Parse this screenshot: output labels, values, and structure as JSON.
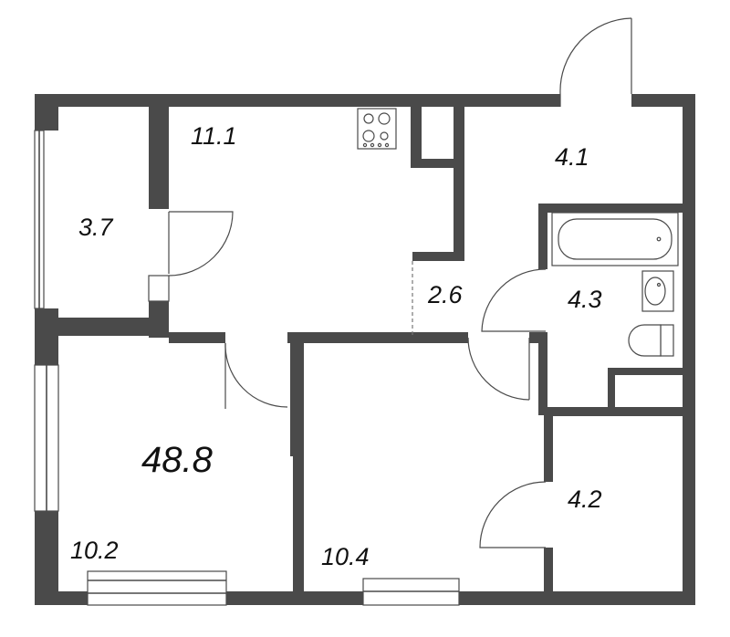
{
  "plan": {
    "total_area": "48.8",
    "rooms": [
      {
        "id": "kitchen",
        "area": "11.1"
      },
      {
        "id": "balcony",
        "area": "3.7"
      },
      {
        "id": "entrance-hall",
        "area": "4.1"
      },
      {
        "id": "corridor",
        "area": "2.6"
      },
      {
        "id": "bathroom",
        "area": "4.3"
      },
      {
        "id": "living-room",
        "area": "10.2"
      },
      {
        "id": "bedroom",
        "area": "10.4"
      },
      {
        "id": "storage",
        "area": "4.2"
      }
    ]
  },
  "icons": [
    "stove-icon",
    "bathtub-icon",
    "sink-icon",
    "toilet-icon"
  ],
  "colors": {
    "wall": "#4a4a4a",
    "background": "#ffffff"
  }
}
